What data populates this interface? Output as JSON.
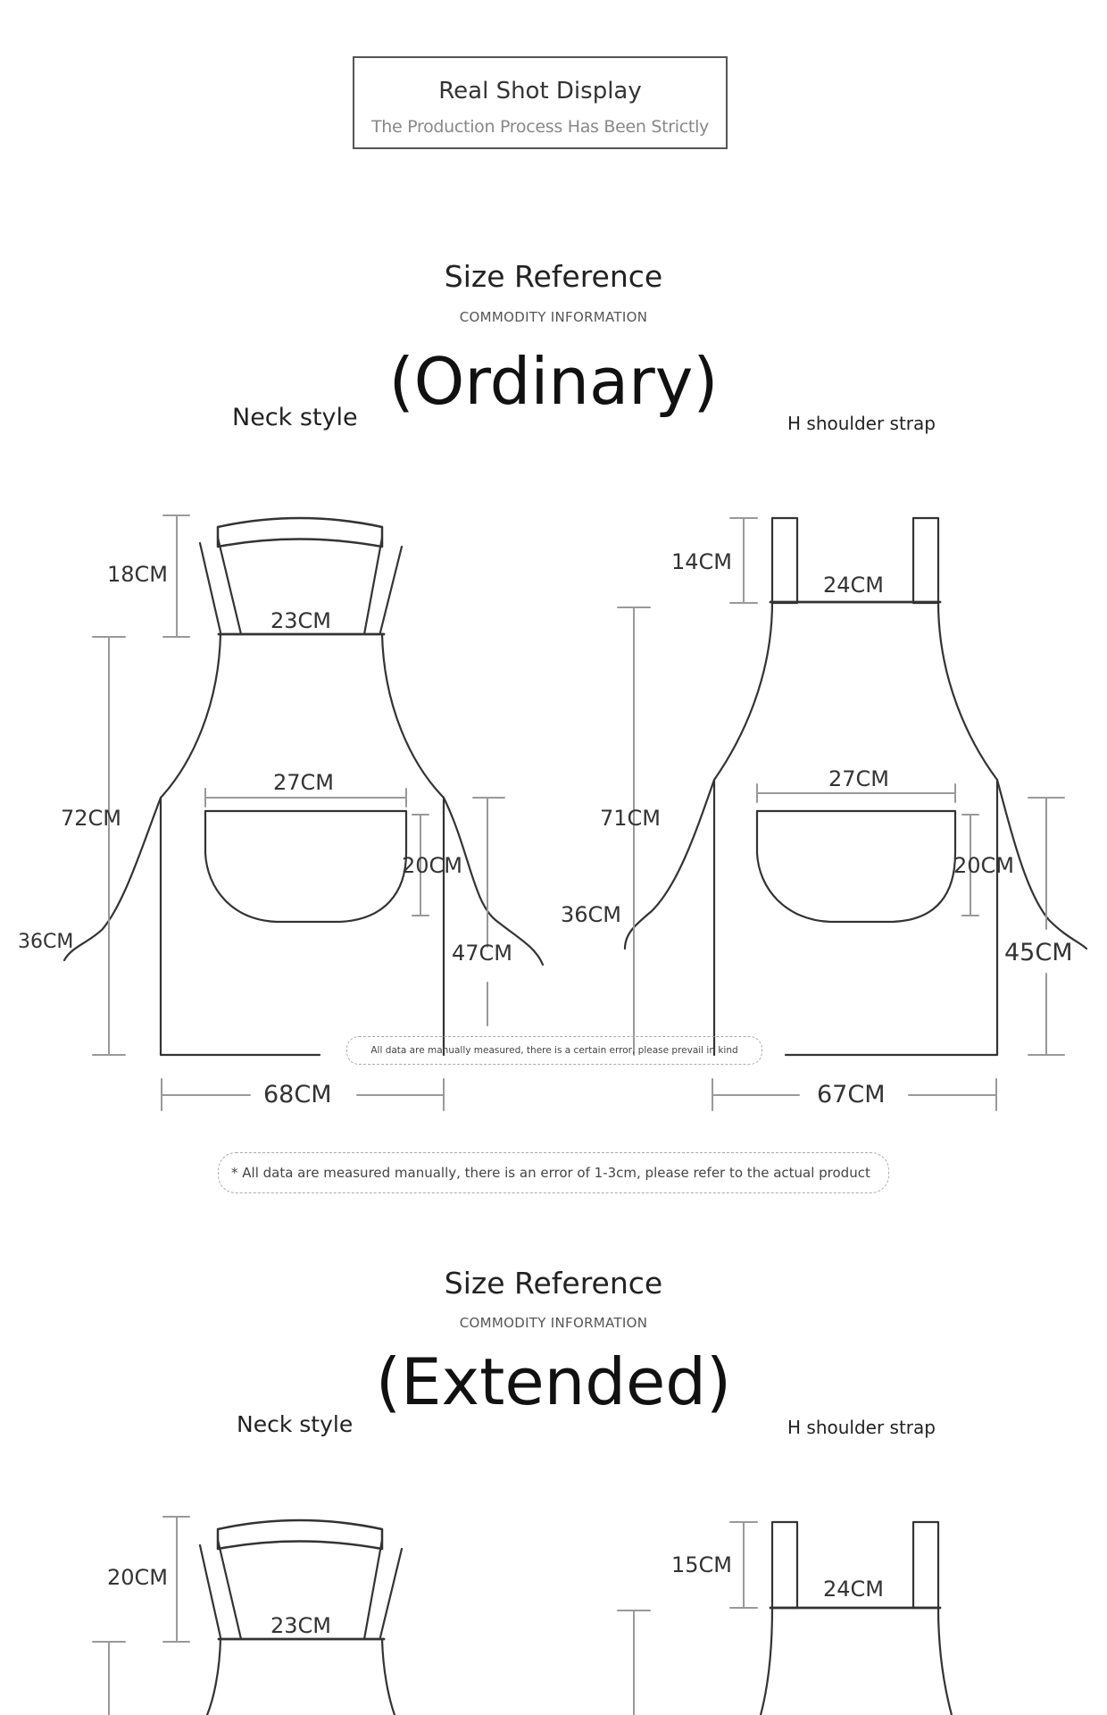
{
  "banner": {
    "title": "Real Shot Display",
    "subtitle": "The Production Process Has Been Strictly"
  },
  "sections": [
    {
      "title": "Size Reference",
      "subtitle": "COMMODITY INFORMATION",
      "variant": "(Ordinary)",
      "left_style": "Neck style",
      "right_style": "H shoulder strap"
    },
    {
      "title": "Size Reference",
      "subtitle": "COMMODITY INFORMATION",
      "variant": "(Extended)",
      "left_style": "Neck style",
      "right_style": "H shoulder strap"
    }
  ],
  "ordinary": {
    "neck": {
      "strap_height": "18CM",
      "top_width": "23CM",
      "total_length": "72CM",
      "pocket_width": "27CM",
      "pocket_height": "20CM",
      "tie_length_left": "36CM",
      "tie_length_right": "47CM",
      "bottom_width": "68CM"
    },
    "h_strap": {
      "strap_height": "14CM",
      "top_width": "24CM",
      "total_length": "71CM",
      "pocket_width": "27CM",
      "pocket_height": "20CM",
      "tie_length_left": "36CM",
      "tie_length_right": "45CM",
      "bottom_width": "67CM"
    },
    "inner_note": "All data are manually measured, there is a certain error, please prevail in kind"
  },
  "note": "* All data are measured manually, there is an error of 1-3cm, please refer to the actual product",
  "extended": {
    "neck": {
      "strap_height": "20CM",
      "top_width": "23CM"
    },
    "h_strap": {
      "strap_height": "15CM",
      "top_width": "24CM"
    }
  }
}
